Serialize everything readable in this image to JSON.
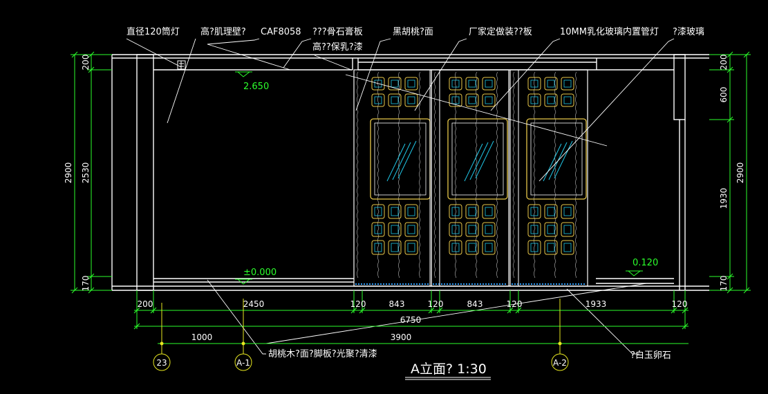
{
  "colors": {
    "background": "#000000",
    "wall": "#ffffff",
    "dimension": "#2cff2c",
    "panel": "#e8c84a",
    "glass": "#20c8e8",
    "axis_bubble": "#e8e820",
    "stone": "#30a0ff"
  },
  "annotations": {
    "top": [
      "直径120筒灯",
      "高?肌理壁?",
      "CAF8058",
      "???骨石膏板",
      "高??保乳?漆",
      "黑胡桃?面",
      "厂家定做装??板",
      "10MM乳化玻璃内置管灯",
      "?漆玻璃"
    ],
    "bottom_left": "胡桃木?面?脚板?光聚?清漆",
    "bottom_right": "?白玉卵石"
  },
  "levels": {
    "ceiling": "2.650",
    "floor": "±0.000",
    "stone": "0.120"
  },
  "dimensions": {
    "left_total": "2900",
    "left_parts": [
      "200",
      "2530",
      "170"
    ],
    "right_total": "2900",
    "right_parts": [
      "200",
      "600",
      "1930",
      "170"
    ],
    "bottom_row1": [
      "200",
      "2450",
      "120",
      "843",
      "120",
      "843",
      "120",
      "1933",
      "120"
    ],
    "bottom_total": "6750",
    "axis_row": [
      "1000",
      "3900"
    ]
  },
  "axes": [
    "23",
    "A-1",
    "A-2"
  ],
  "title": "A立面? 1:30"
}
